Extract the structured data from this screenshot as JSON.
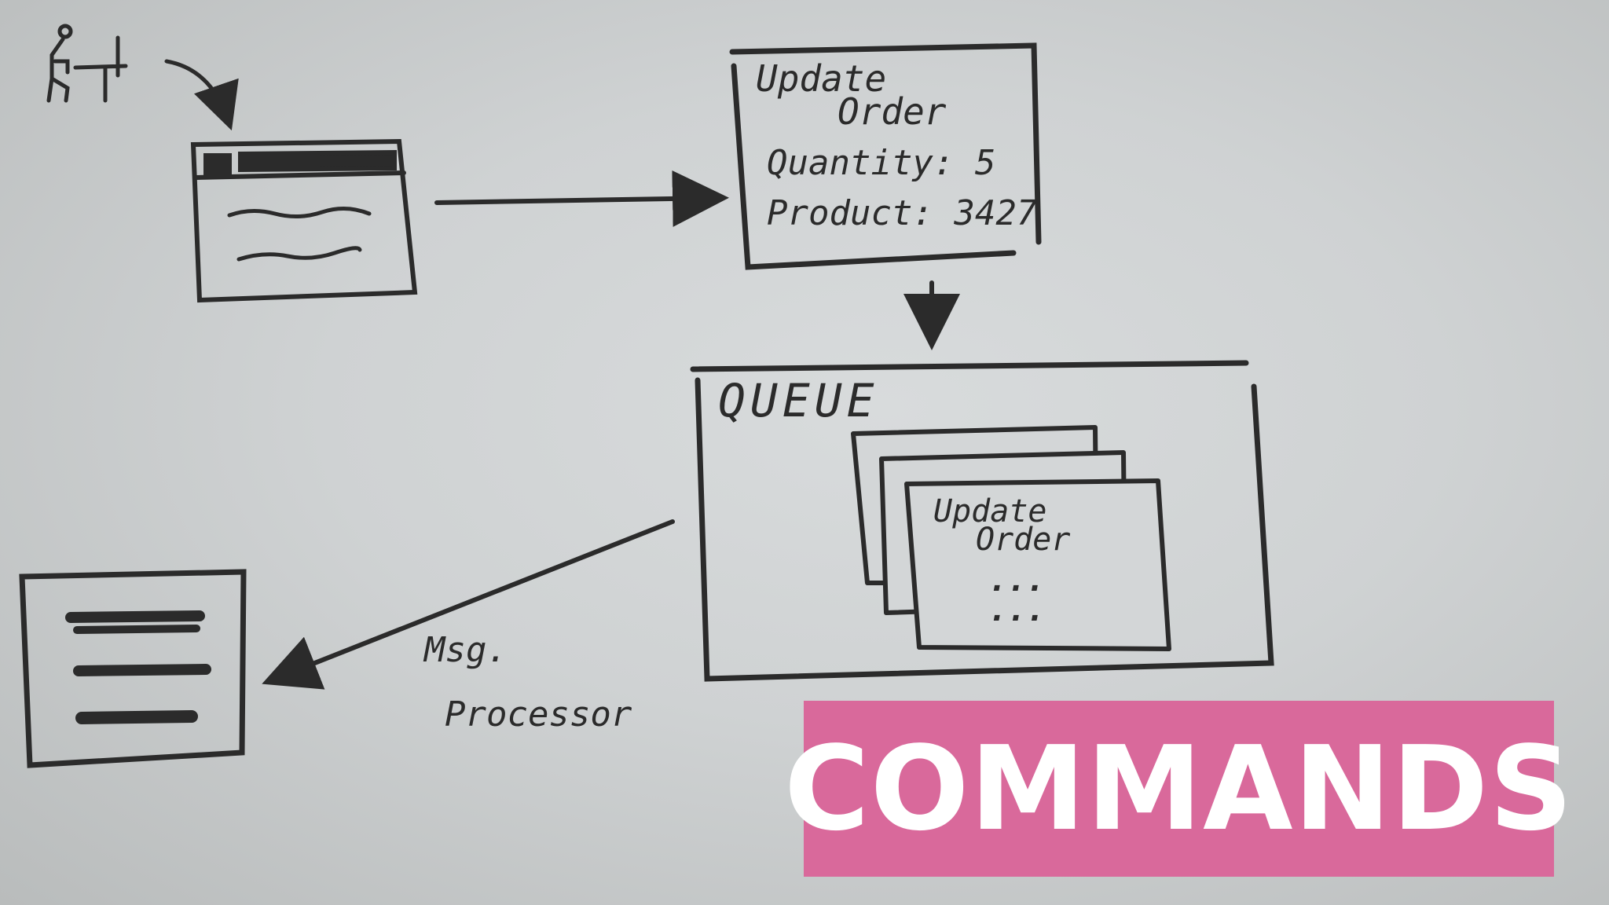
{
  "command_card": {
    "title_line1": "Update",
    "title_line2": "Order",
    "quantity": "Quantity: 5",
    "product": "Product: 3427"
  },
  "queue": {
    "label": "QUEUE",
    "message_line1": "Update",
    "message_line2": "Order",
    "ellipsis1": "...",
    "ellipsis2": "..."
  },
  "processor": {
    "line1": "Msg.",
    "line2": "Processor"
  },
  "banner": {
    "title": "COMMANDS",
    "color": "#d9699b"
  },
  "icons": [
    "user-at-desk-icon",
    "browser-window-icon",
    "document-icon"
  ],
  "colors": {
    "ink": "#2b2b2b",
    "board": "#d3d6d7"
  }
}
